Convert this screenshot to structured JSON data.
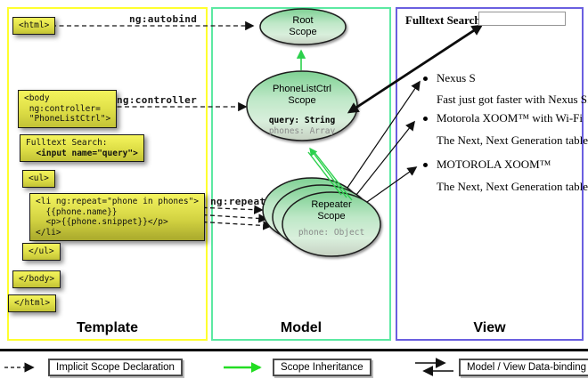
{
  "template_panel": {
    "title": "Template",
    "boxes": {
      "html_open": "<html>",
      "body_open": "<body\n ng:controller=\n \"PhoneListCtrl\">",
      "fulltext_label": "Fulltext Search:",
      "fulltext_input": "  <input name=\"query\">",
      "ul_open": "<ul>",
      "li_repeat": "<li ng:repeat=\"phone in phones\">\n  {{phone.name}}\n  <p>{{phone.snippet}}</p>\n</li>",
      "ul_close": "</ul>",
      "body_close": "</body>",
      "html_close": "</html>"
    }
  },
  "model_panel": {
    "title": "Model",
    "root_scope": {
      "title": "Root\nScope"
    },
    "phonelist_scope": {
      "title": "PhoneListCtrl\nScope",
      "prop_query": "query: String",
      "prop_phones": "phones: Array"
    },
    "repeater_scope": {
      "title": "Repeater\nScope",
      "prop_phone": "phone: Object"
    }
  },
  "view_panel": {
    "title": "View",
    "search_label": "Fulltext Search:",
    "search_value": "",
    "items": [
      {
        "name": "Nexus S",
        "snippet": "Fast just got faster with Nexus S."
      },
      {
        "name": "Motorola XOOM™  with Wi-Fi",
        "snippet": "The Next, Next Generation tablet."
      },
      {
        "name": "MOTOROLA XOOM™",
        "snippet": "The Next, Next Generation tablet."
      }
    ]
  },
  "arrow_labels": {
    "autobind": "ng:autobind",
    "controller": "ng:controller",
    "repeat": "ng:repeat"
  },
  "legend": {
    "implicit": "Implicit Scope Declaration",
    "inheritance": "Scope Inheritance",
    "binding": "Model / View Data-binding"
  },
  "colors": {
    "template_border": "#ffff2e",
    "model_border": "#5ce9a2",
    "view_border": "#6a5fe0",
    "code_box_yellow": "#e8e84a",
    "scope_green_top": "#7ed193",
    "scope_green_bottom": "#c6d1c2",
    "inheritance_arrow": "#2bd04c",
    "legend_green_arrow": "#22dd22",
    "arrow_black": "#111111"
  }
}
